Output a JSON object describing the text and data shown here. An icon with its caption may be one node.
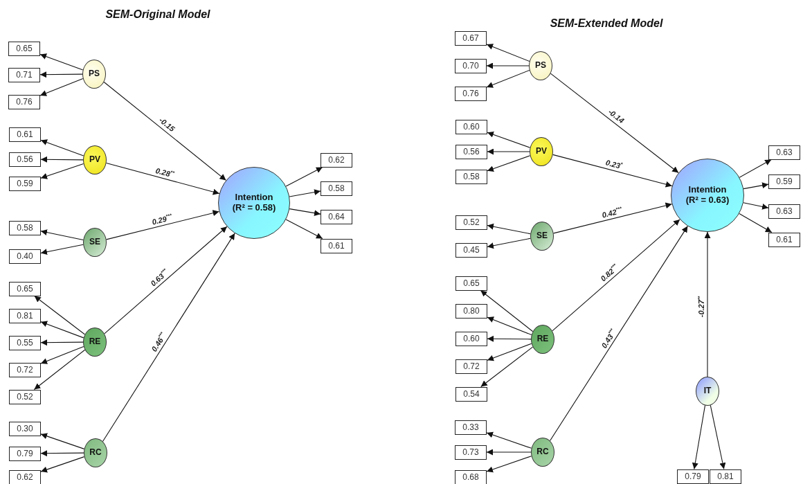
{
  "diagram": {
    "nodes": [
      {
        "text": [
          "PS"
        ]
      },
      {
        "text": [
          "0.65"
        ]
      },
      {
        "text": [
          "0.71"
        ]
      },
      {
        "text": [
          "0.76"
        ]
      },
      {
        "text": [
          "PV"
        ]
      },
      {
        "text": [
          "0.61"
        ]
      },
      {
        "text": [
          "0.56"
        ]
      },
      {
        "text": [
          "0.59"
        ]
      },
      {
        "text": [
          "SE"
        ]
      },
      {
        "text": [
          "0.58"
        ]
      },
      {
        "text": [
          "0.40"
        ]
      },
      {
        "text": [
          "RE"
        ]
      },
      {
        "text": [
          "0.65"
        ]
      },
      {
        "text": [
          "0.81"
        ]
      },
      {
        "text": [
          "0.55"
        ]
      },
      {
        "text": [
          "0.72"
        ]
      },
      {
        "text": [
          "0.52"
        ]
      },
      {
        "text": [
          "RC"
        ]
      },
      {
        "text": [
          "0.30"
        ]
      },
      {
        "text": [
          "0.79"
        ]
      },
      {
        "text": [
          "0.62"
        ]
      },
      {
        "text": [
          "Intention (R² = 0.58)"
        ]
      },
      {
        "text": [
          "0.62"
        ]
      },
      {
        "text": [
          "0.58"
        ]
      },
      {
        "text": [
          "0.64"
        ]
      },
      {
        "text": [
          "0.61"
        ]
      },
      {
        "text": [
          "PS"
        ]
      },
      {
        "text": [
          "0.67"
        ]
      },
      {
        "text": [
          "0.70"
        ]
      },
      {
        "text": [
          "0.76"
        ]
      },
      {
        "text": [
          "PV"
        ]
      },
      {
        "text": [
          "0.60"
        ]
      },
      {
        "text": [
          "0.56"
        ]
      },
      {
        "text": [
          "0.58"
        ]
      },
      {
        "text": [
          "SE"
        ]
      },
      {
        "text": [
          "0.52"
        ]
      },
      {
        "text": [
          "0.45"
        ]
      },
      {
        "text": [
          "RE"
        ]
      },
      {
        "text": [
          "0.65"
        ]
      },
      {
        "text": [
          "0.80"
        ]
      },
      {
        "text": [
          "0.60"
        ]
      },
      {
        "text": [
          "0.72"
        ]
      },
      {
        "text": [
          "0.54"
        ]
      },
      {
        "text": [
          "RC"
        ]
      },
      {
        "text": [
          "0.33"
        ]
      },
      {
        "text": [
          "0.73"
        ]
      },
      {
        "text": [
          "0.68"
        ]
      },
      {
        "text": [
          "Intention (R² = 0.63)"
        ]
      },
      {
        "text": [
          "0.63"
        ]
      },
      {
        "text": [
          "0.59"
        ]
      },
      {
        "text": [
          "0.63"
        ]
      },
      {
        "text": [
          "0.61"
        ]
      },
      {
        "text": [
          "IT"
        ]
      },
      {
        "text": [
          "0.79"
        ]
      },
      {
        "text": [
          "0.81"
        ]
      }
    ],
    "edges": [
      {
        "from": 0,
        "to": 1,
        "arrow": "to"
      },
      {
        "from": 0,
        "to": 2,
        "arrow": "to"
      },
      {
        "from": 0,
        "to": 3,
        "arrow": "to"
      },
      {
        "from": 4,
        "to": 5,
        "arrow": "to"
      },
      {
        "from": 4,
        "to": 6,
        "arrow": "to"
      },
      {
        "from": 4,
        "to": 7,
        "arrow": "to"
      },
      {
        "from": 8,
        "to": 9,
        "arrow": "to"
      },
      {
        "from": 8,
        "to": 10,
        "arrow": "to"
      },
      {
        "from": 11,
        "to": 12,
        "arrow": "to"
      },
      {
        "from": 11,
        "to": 13,
        "arrow": "to"
      },
      {
        "from": 11,
        "to": 14,
        "arrow": "to"
      },
      {
        "from": 11,
        "to": 15,
        "arrow": "to"
      },
      {
        "from": 11,
        "to": 16,
        "arrow": "to"
      },
      {
        "from": 17,
        "to": 18,
        "arrow": "to"
      },
      {
        "from": 17,
        "to": 19,
        "arrow": "to"
      },
      {
        "from": 17,
        "to": 20,
        "arrow": "to"
      },
      {
        "from": 0,
        "to": 21,
        "arrow": "to",
        "label": "-0.15"
      },
      {
        "from": 4,
        "to": 21,
        "arrow": "to",
        "label": "0.28$^{**}$"
      },
      {
        "from": 8,
        "to": 21,
        "arrow": "to",
        "label": "0.29$^{***}$"
      },
      {
        "from": 11,
        "to": 21,
        "arrow": "to",
        "label": "0.63$^{***}$"
      },
      {
        "from": 17,
        "to": 21,
        "arrow": "to",
        "label": "0.46$^{***}$"
      },
      {
        "from": 21,
        "to": 22,
        "arrow": "to"
      },
      {
        "from": 21,
        "to": 23,
        "arrow": "to"
      },
      {
        "from": 21,
        "to": 24,
        "arrow": "to"
      },
      {
        "from": 21,
        "to": 25,
        "arrow": "to"
      },
      {
        "from": 26,
        "to": 27,
        "arrow": "to"
      },
      {
        "from": 26,
        "to": 28,
        "arrow": "to"
      },
      {
        "from": 26,
        "to": 29,
        "arrow": "to"
      },
      {
        "from": 30,
        "to": 31,
        "arrow": "to"
      },
      {
        "from": 30,
        "to": 32,
        "arrow": "to"
      },
      {
        "from": 30,
        "to": 33,
        "arrow": "to"
      },
      {
        "from": 34,
        "to": 35,
        "arrow": "to"
      },
      {
        "from": 34,
        "to": 36,
        "arrow": "to"
      },
      {
        "from": 37,
        "to": 38,
        "arrow": "to"
      },
      {
        "from": 37,
        "to": 39,
        "arrow": "to"
      },
      {
        "from": 37,
        "to": 40,
        "arrow": "to"
      },
      {
        "from": 37,
        "to": 41,
        "arrow": "to"
      },
      {
        "from": 37,
        "to": 42,
        "arrow": "to"
      },
      {
        "from": 43,
        "to": 44,
        "arrow": "to"
      },
      {
        "from": 43,
        "to": 45,
        "arrow": "to"
      },
      {
        "from": 43,
        "to": 46,
        "arrow": "to"
      },
      {
        "from": 26,
        "to": 47,
        "arrow": "to",
        "label": "-0.14"
      },
      {
        "from": 30,
        "to": 47,
        "arrow": "to",
        "label": "0.23$^{*}$"
      },
      {
        "from": 34,
        "to": 47,
        "arrow": "to",
        "label": "0.42$^{***}$"
      },
      {
        "from": 37,
        "to": 47,
        "arrow": "to",
        "label": "0.82$^{***}$"
      },
      {
        "from": 43,
        "to": 47,
        "arrow": "to",
        "label": "0.43$^{***}$"
      },
      {
        "from": 52,
        "to": 47,
        "arrow": "to",
        "label": "-0.27$^{**}$"
      },
      {
        "from": 47,
        "to": 48,
        "arrow": "to"
      },
      {
        "from": 47,
        "to": 49,
        "arrow": "to"
      },
      {
        "from": 47,
        "to": 50,
        "arrow": "to"
      },
      {
        "from": 47,
        "to": 51,
        "arrow": "to"
      },
      {
        "from": 52,
        "to": 53,
        "arrow": "to"
      },
      {
        "from": 52,
        "to": 54,
        "arrow": "to"
      }
    ],
    "labels": [
      "SEM-Original Model",
      "SEM-Extended Model"
    ]
  }
}
